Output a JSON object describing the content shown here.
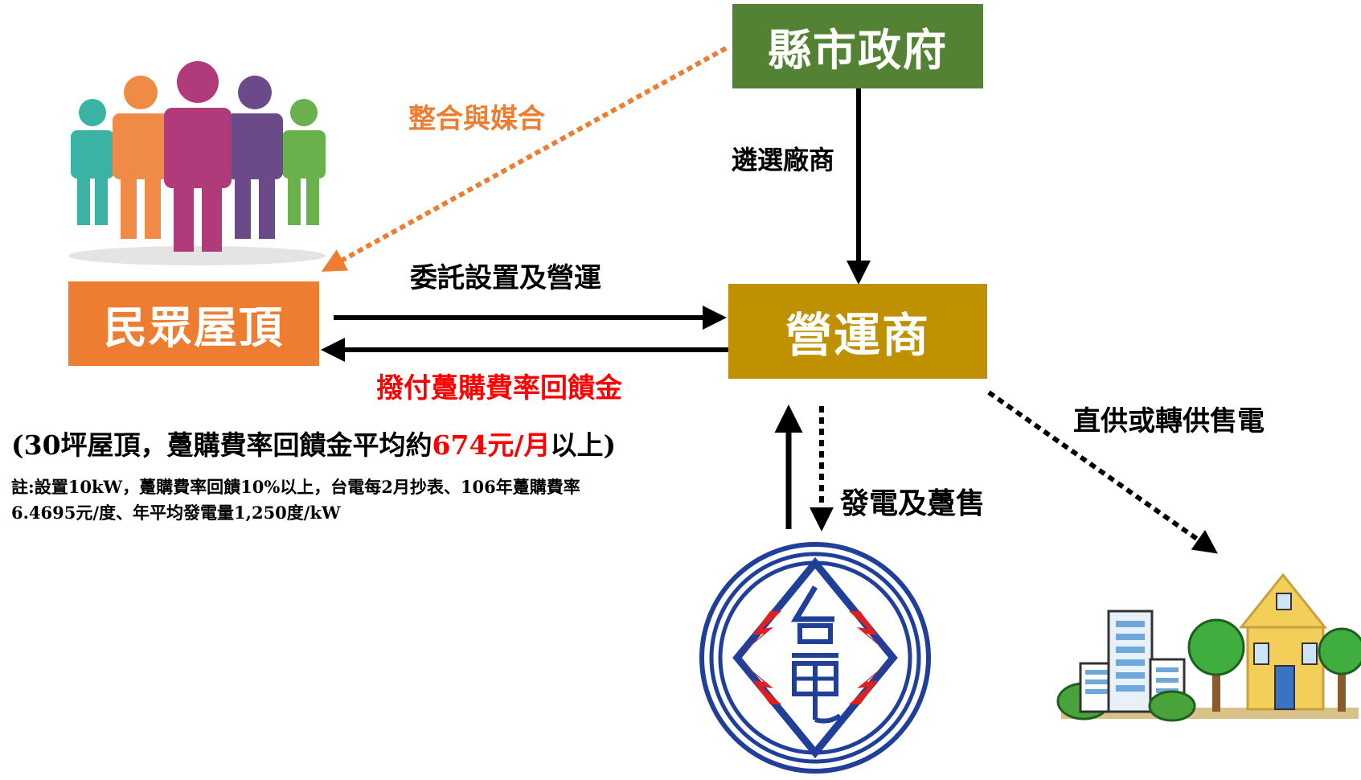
{
  "boxes": {
    "county_government": "縣市政府",
    "public_rooftop": "民眾屋頂",
    "operator": "營運商"
  },
  "arrows": {
    "integrate_match": "整合與媒合",
    "select_vendor": "遴選廠商",
    "commission": "委託設置及營運",
    "payment": "撥付躉購費率回饋金",
    "generate_sell": "發電及躉售",
    "direct_supply": "直供或轉供售電"
  },
  "summary": {
    "prefix": "(30坪屋頂，躉購費率回饋金平均約",
    "highlight": "674元/月",
    "suffix": "以上)"
  },
  "note": {
    "line1": "註:設置10kW，躉購費率回饋10%以上，台電每2月抄表、106年躉購費率",
    "line2": "6.4695元/度、年平均發電量1,250度/kW"
  },
  "colors": {
    "county": "#548235",
    "rooftop": "#ed7d31",
    "operator": "#bf9000",
    "integrate_arrow": "#ed7d31",
    "payment_text": "#ff0000",
    "taipower_blue": "#1f3f99",
    "taipower_red": "#e02020"
  },
  "icons": [
    "people-group-icon",
    "taipower-logo-icon",
    "buildings-house-icon"
  ]
}
